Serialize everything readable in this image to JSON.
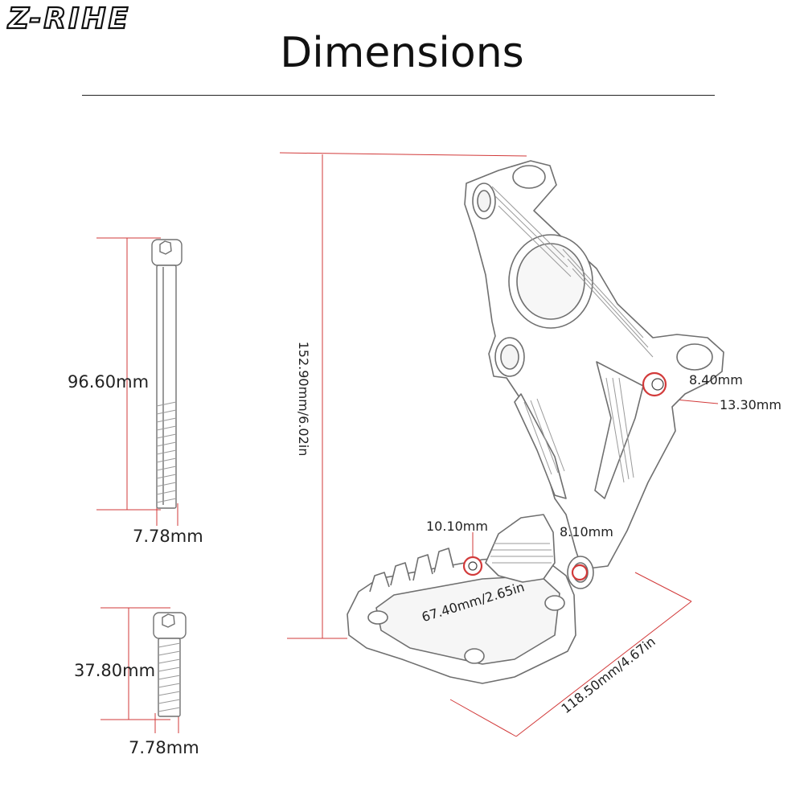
{
  "brand": {
    "logo_text": "Z-RIHE"
  },
  "title": "Dimensions",
  "colors": {
    "dimension_line": "#d23a3a",
    "outline": "#6f6f6f",
    "text": "#222222"
  },
  "long_bolt": {
    "length_label": "96.60mm",
    "diameter_label": "7.78mm"
  },
  "short_bolt": {
    "length_label": "37.80mm",
    "diameter_label": "7.78mm"
  },
  "bracket": {
    "height_label": "152.90mm/6.02in",
    "hole_inner_label": "8.40mm",
    "hole_outer_label": "13.30mm",
    "peg_hole_label": "10.10mm",
    "pivot_hole_label": "8.10mm",
    "peg_width_label": "67.40mm/2.65in",
    "peg_length_label": "118.50mm/4.67in"
  }
}
